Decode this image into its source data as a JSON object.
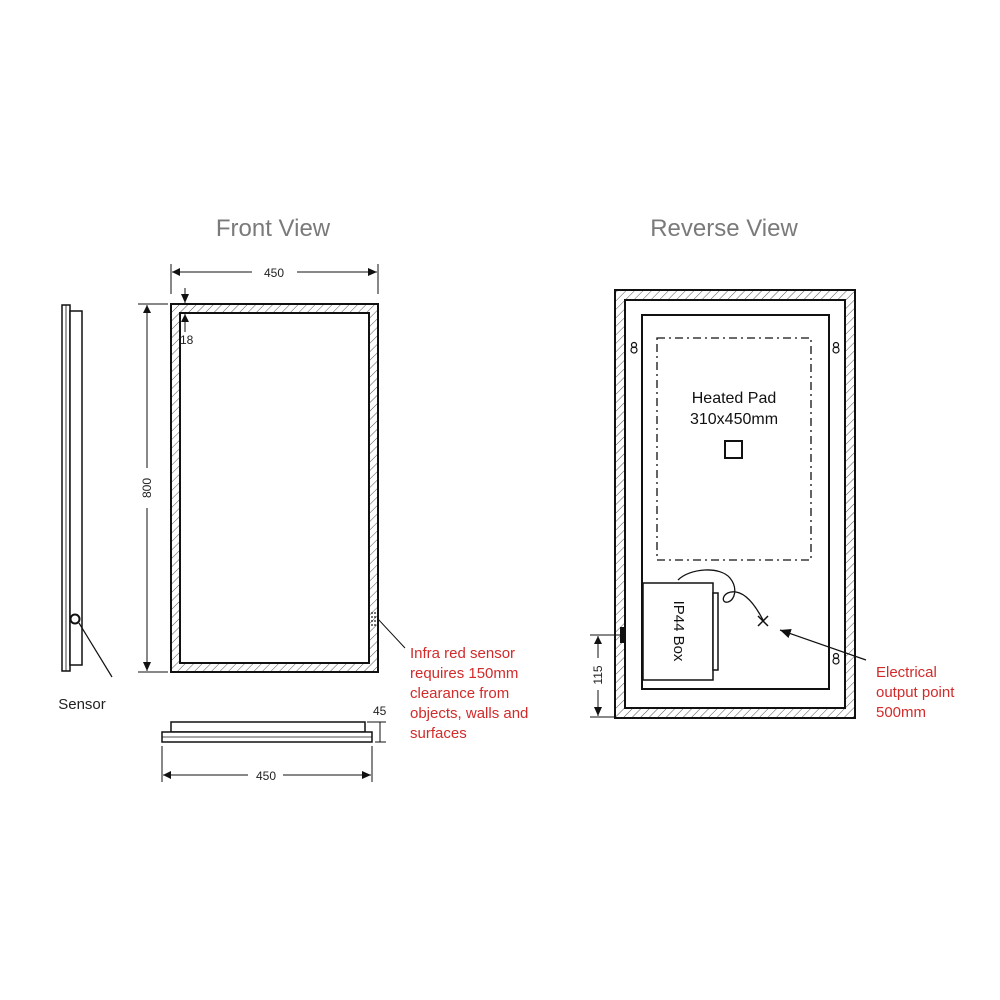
{
  "colors": {
    "title_gray": "#7a7a7a",
    "annotation_red": "#d32a2a",
    "line": "#111111"
  },
  "front_view": {
    "title": "Front View",
    "width_label": "450",
    "height_label": "800",
    "frame_label": "18",
    "depth_label": "45",
    "bottom_width_label": "450",
    "sensor_label": "Sensor",
    "infra_note": [
      "Infra red sensor",
      "requires 150mm",
      "clearance from",
      "objects, walls and",
      "surfaces"
    ]
  },
  "reverse_view": {
    "title": "Reverse View",
    "pad_label": [
      "Heated Pad",
      "310x450mm"
    ],
    "box_label": "IP44 Box",
    "height_label": "115",
    "output_note": [
      "Electrical",
      "output point",
      "500mm"
    ]
  }
}
